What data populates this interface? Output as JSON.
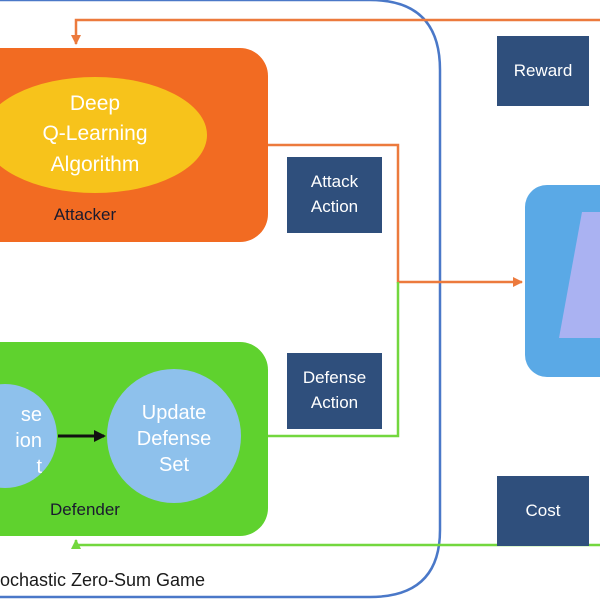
{
  "attacker": {
    "algorithm_lines": [
      "Deep",
      "Q-Learning",
      "Algorithm"
    ],
    "label": "Attacker"
  },
  "defender": {
    "left_circle_lines": [
      "se",
      "ion",
      "t"
    ],
    "update_lines": [
      "Update",
      "Defense",
      "Set"
    ],
    "label": "Defender"
  },
  "boxes": {
    "reward": "Reward",
    "attack_action": [
      "Attack",
      "Action"
    ],
    "defense_action": [
      "Defense",
      "Action"
    ],
    "cost": "Cost"
  },
  "game_label": "ochastic Zero-Sum Game",
  "colors": {
    "attacker_orange": "#f26b22",
    "ellipse_yellow": "#f7c31b",
    "defender_green": "#5fd22e",
    "circle_blue": "#8ec1ec",
    "env_blue": "#5aa9e6",
    "box_navy": "#2f4f7c",
    "frame_blue": "#4a78c8",
    "attack_arrow": "#ec7a3d",
    "defense_arrow": "#73d73e"
  }
}
